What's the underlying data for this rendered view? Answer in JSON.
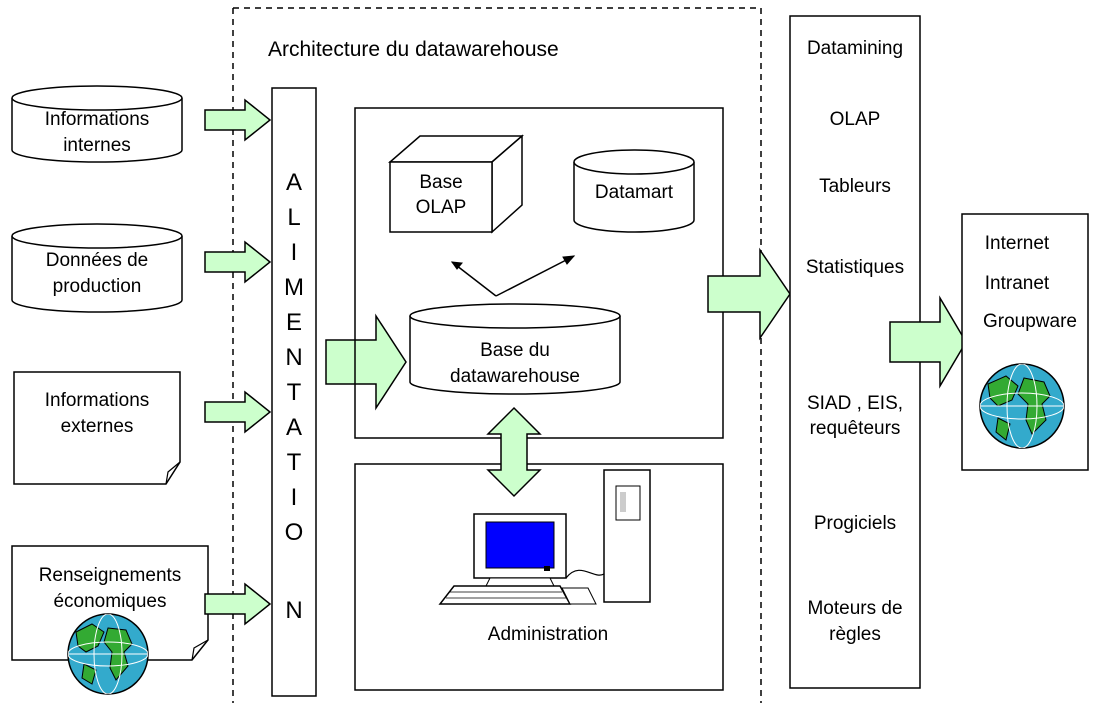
{
  "title": "Architecture du datawarehouse",
  "sources": {
    "internes": [
      "Informations",
      "internes"
    ],
    "production": [
      "Données de",
      "production"
    ],
    "externes": [
      "Informations",
      "externes"
    ],
    "economiques": [
      "Renseignements",
      "économiques"
    ]
  },
  "alimentation_letters": [
    "A",
    "L",
    "I",
    "M",
    "E",
    "N",
    "T",
    "A",
    "T",
    "I",
    "O",
    "N"
  ],
  "base_olap": [
    "Base",
    "OLAP"
  ],
  "datamart": "Datamart",
  "base_datawarehouse": [
    "Base du",
    "datawarehouse"
  ],
  "administration": "Administration",
  "tools": [
    "Datamining",
    "OLAP",
    "Tableurs",
    "Statistiques",
    "SIAD , EIS,",
    "requêteurs",
    "Progiciels",
    "Moteurs de",
    "règles"
  ],
  "networks": [
    "Internet",
    "Intranet",
    "Groupware"
  ],
  "colors": {
    "arrow_fill": "#ccffcc",
    "screen_blue": "#0000ff",
    "globe_ocean": "#33aacc",
    "globe_land": "#33aa33"
  }
}
